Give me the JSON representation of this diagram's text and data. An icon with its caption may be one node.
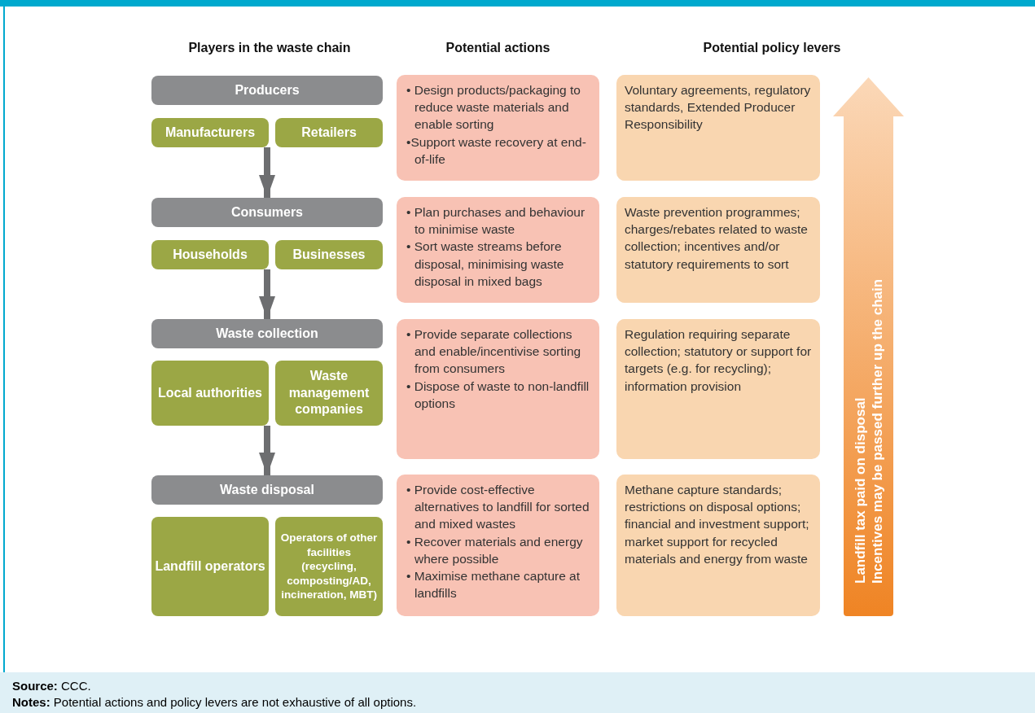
{
  "diagram": {
    "nodes": [
      {
        "text": [
          "Producers"
        ]
      },
      {
        "text": [
          "Manufacturers"
        ]
      },
      {
        "text": [
          "Retailers"
        ]
      },
      {
        "text": [
          "• Design products/packaging to reduce waste materials and enable sorting",
          "•Support waste recovery at end-of-life"
        ]
      },
      {
        "text": [
          "Voluntary agreements, regulatory standards, Extended Producer Responsibility"
        ]
      },
      {
        "text": [
          "Consumers"
        ]
      },
      {
        "text": [
          "Households"
        ]
      },
      {
        "text": [
          "Businesses"
        ]
      },
      {
        "text": [
          "• Plan purchases and behaviour to minimise waste",
          "• Sort waste streams before disposal, minimising waste disposal in mixed bags"
        ]
      },
      {
        "text": [
          "Waste prevention programmes; charges/rebates related to waste collection; incentives and/or statutory requirements to sort"
        ]
      },
      {
        "text": [
          "Waste collection"
        ]
      },
      {
        "text": [
          "Local authorities"
        ]
      },
      {
        "text": [
          "Waste management companies"
        ]
      },
      {
        "text": [
          "• Provide separate collections and enable/incentivise sorting from consumers",
          "• Dispose of waste to non-landfill options"
        ]
      },
      {
        "text": [
          "Regulation requiring separate collection; statutory or support for targets (e.g. for recycling); information provision"
        ]
      },
      {
        "text": [
          "Waste disposal"
        ]
      },
      {
        "text": [
          "Landfill operators"
        ]
      },
      {
        "text": [
          "Operators of other facilities (recycling, composting/AD, incineration, MBT)"
        ]
      },
      {
        "text": [
          "• Provide cost-effective alternatives to landfill for sorted and mixed wastes",
          "• Recover materials and energy where possible",
          "• Maximise methane capture at landfills"
        ]
      },
      {
        "text": [
          "Methane capture standards; restrictions on disposal options; financial and investment support; market support for recycled materials and energy from waste"
        ]
      },
      {
        "text": [
          "Landfill tax paid on disposal",
          "Incentives may be passed further up the chain"
        ]
      }
    ],
    "edges": [
      {
        "from": 1,
        "to": 5,
        "arrow": "to"
      },
      {
        "from": 6,
        "to": 10,
        "arrow": "to"
      },
      {
        "from": 11,
        "to": 15,
        "arrow": "to"
      }
    ],
    "labels": [
      "Players in the waste chain",
      "Potential actions",
      "Potential policy levers",
      "**Source:** CCC.",
      "**Notes:** Potential actions and policy levers are not exhaustive of all options."
    ]
  }
}
